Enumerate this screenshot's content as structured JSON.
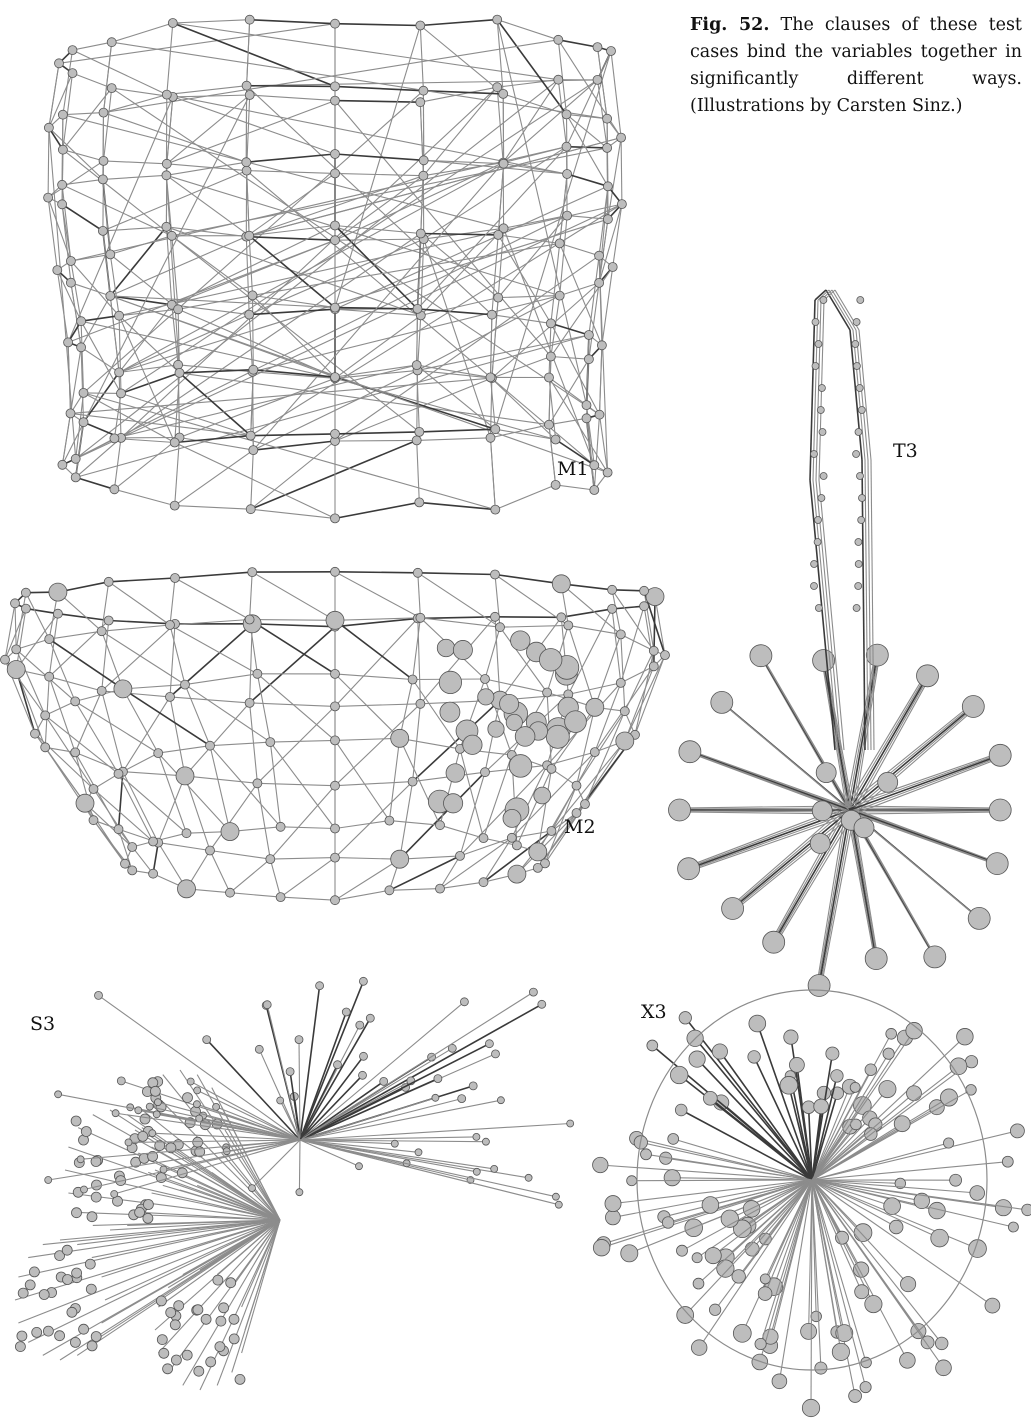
{
  "caption": {
    "label": "Fig. 52.",
    "text": "The clauses of these test cases bind the variables together in significantly different ways. (Illustrations by Carsten Sinz.)"
  },
  "panels": [
    {
      "id": "M1",
      "label": "M1",
      "shape": "ring-net",
      "description_icon": "graph-render"
    },
    {
      "id": "T3",
      "label": "T3",
      "shape": "star-burst-with-loop",
      "description_icon": "graph-render"
    },
    {
      "id": "M2",
      "label": "M2",
      "shape": "bowl-net",
      "description_icon": "graph-render"
    },
    {
      "id": "S3",
      "label": "S3",
      "shape": "cone-fans",
      "description_icon": "graph-render"
    },
    {
      "id": "X3",
      "label": "X3",
      "shape": "radial-sphere",
      "description_icon": "graph-render"
    }
  ],
  "colors": {
    "edge": "#8c8c8c",
    "edge_dark": "#3a3a3a",
    "node": "#bdbdbd",
    "node_stroke": "#555555",
    "text": "#111111"
  }
}
